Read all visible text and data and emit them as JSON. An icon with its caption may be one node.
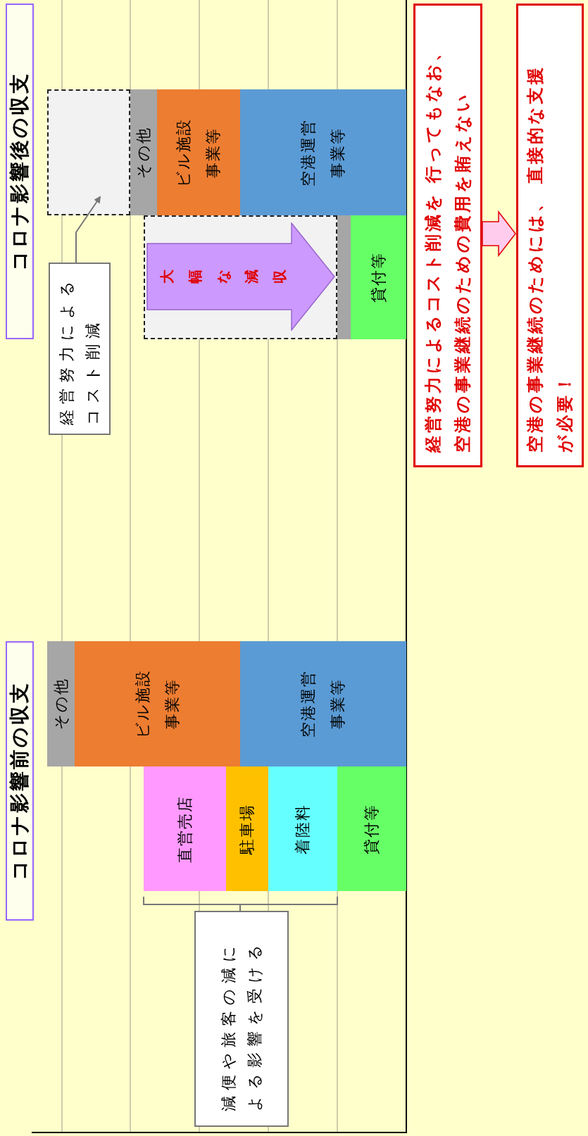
{
  "diagram": {
    "nodes": [
      {
        "text": [
          "コロナ影響前の収支"
        ]
      },
      {
        "text": [
          "その他"
        ]
      },
      {
        "text": [
          "ビル施設事業等"
        ]
      },
      {
        "text": [
          "空港運営事業等"
        ]
      },
      {
        "text": [
          "直営売店"
        ]
      },
      {
        "text": [
          "駐車場"
        ]
      },
      {
        "text": [
          "着陸料"
        ]
      },
      {
        "text": [
          "貸付等"
        ]
      },
      {
        "text": [
          "減便や旅客の減による影響を受ける"
        ]
      },
      {
        "text": [
          "コロナ影響後の収支"
        ]
      },
      {
        "text": [],
        "shape": "box"
      },
      {
        "text": [
          "その他"
        ]
      },
      {
        "text": [
          "ビル施設事業等"
        ]
      },
      {
        "text": [
          "空港運営事業等"
        ]
      },
      {
        "text": [],
        "shape": "box"
      },
      {
        "text": [
          "大幅な減収"
        ],
        "in": 14
      },
      {
        "text": [],
        "shape": "bar"
      },
      {
        "text": [
          "貸付等"
        ]
      },
      {
        "text": [
          "経営努力によるコスト削減"
        ]
      },
      {
        "text": [
          "経営努力によるコスト削減を 行ってもなお、空港の事業継続のための費用を賄えない"
        ]
      },
      {
        "text": [
          "空港の事業継続のためには、 直接的な支援が必要！"
        ]
      }
    ],
    "edges": [
      {
        "from": 18,
        "to": 10,
        "arrow": "to"
      },
      {
        "from": 19,
        "to": 20,
        "arrow": "to"
      }
    ]
  }
}
